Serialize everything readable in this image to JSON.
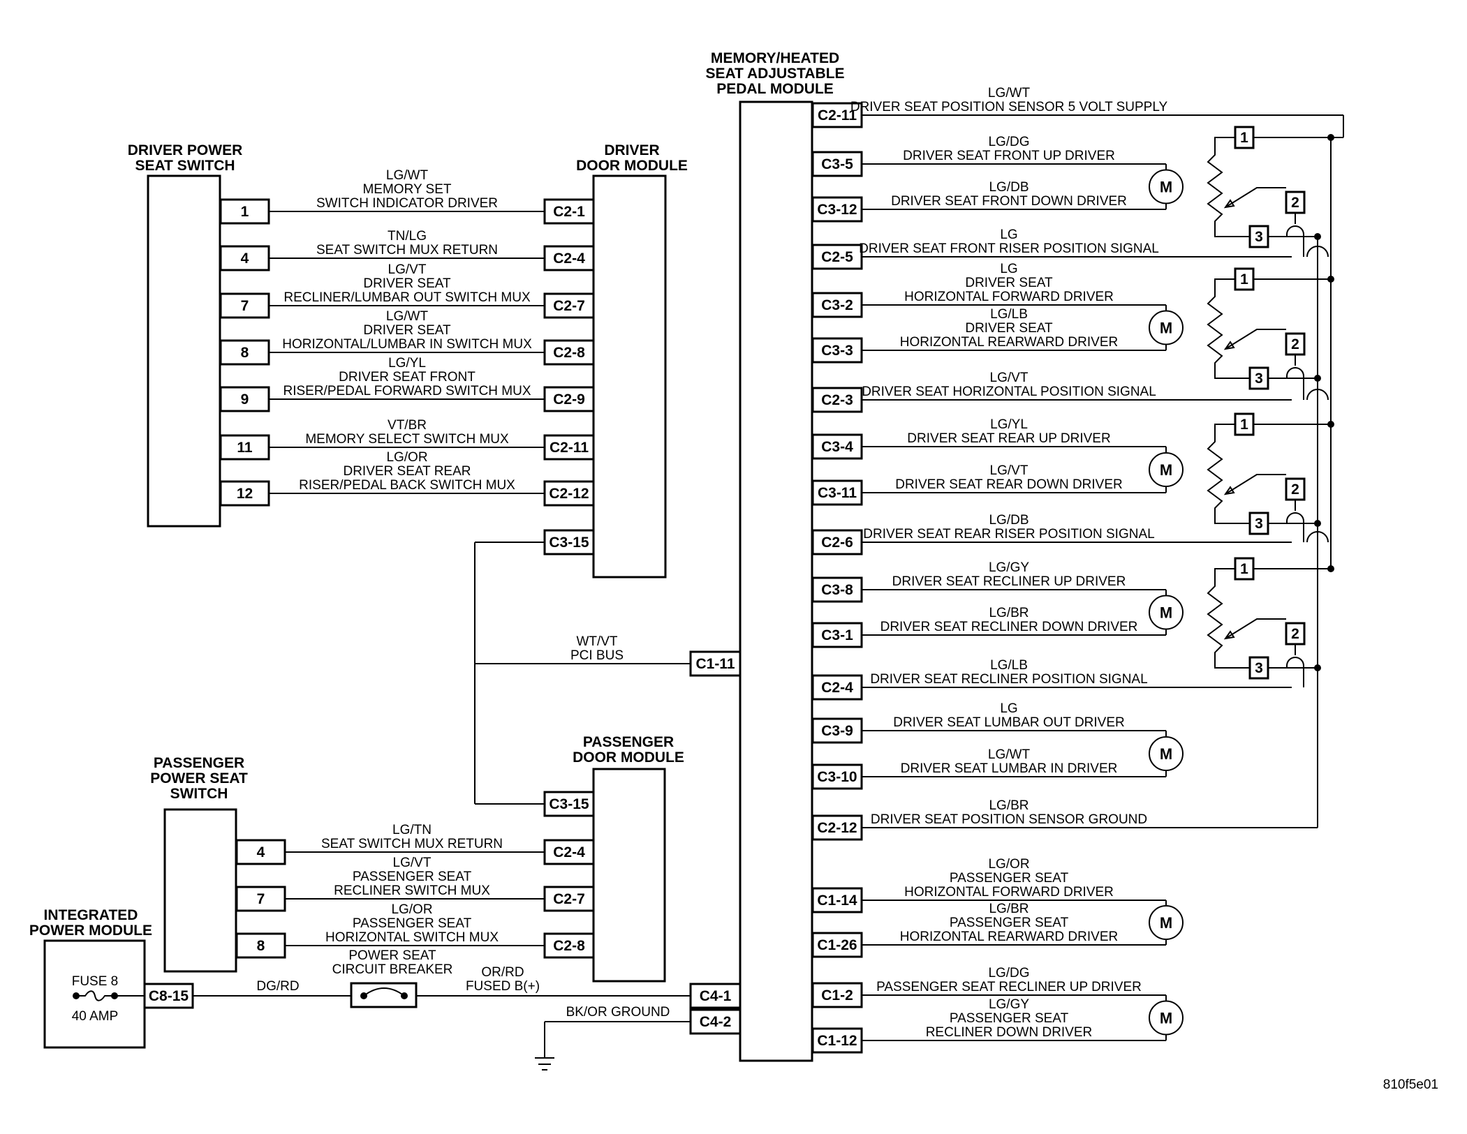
{
  "modules": {
    "driver_switch": [
      "DRIVER POWER",
      "SEAT SWITCH"
    ],
    "driver_door": [
      "DRIVER",
      "DOOR MODULE"
    ],
    "memory": [
      "MEMORY/HEATED",
      "SEAT ADJUSTABLE",
      "PEDAL MODULE"
    ],
    "passenger_switch": [
      "PASSENGER",
      "POWER SEAT",
      "SWITCH"
    ],
    "passenger_door": [
      "PASSENGER",
      "DOOR MODULE"
    ],
    "ipm": [
      "INTEGRATED",
      "POWER MODULE"
    ]
  },
  "fuse": {
    "label": "FUSE 8",
    "rating": "40 AMP"
  },
  "left_wires": [
    {
      "pin": "1",
      "conn": "C2-1",
      "text": [
        "LG/WT",
        "MEMORY SET",
        "SWITCH INDICATOR DRIVER"
      ]
    },
    {
      "pin": "4",
      "conn": "C2-4",
      "text": [
        "TN/LG",
        "SEAT SWITCH MUX RETURN"
      ]
    },
    {
      "pin": "7",
      "conn": "C2-7",
      "text": [
        "LG/VT",
        "DRIVER SEAT",
        "RECLINER/LUMBAR OUT SWITCH MUX"
      ]
    },
    {
      "pin": "8",
      "conn": "C2-8",
      "text": [
        "LG/WT",
        "DRIVER SEAT",
        "HORIZONTAL/LUMBAR IN SWITCH MUX"
      ]
    },
    {
      "pin": "9",
      "conn": "C2-9",
      "text": [
        "LG/YL",
        "DRIVER SEAT FRONT",
        "RISER/PEDAL FORWARD SWITCH MUX"
      ]
    },
    {
      "pin": "11",
      "conn": "C2-11",
      "text": [
        "VT/BR",
        "MEMORY SELECT SWITCH MUX"
      ]
    },
    {
      "pin": "12",
      "conn": "C2-12",
      "text": [
        "LG/OR",
        "DRIVER SEAT REAR",
        "RISER/PEDAL BACK SWITCH MUX"
      ]
    }
  ],
  "door_c3_15": "C3-15",
  "pci": {
    "color": "WT/VT",
    "name": "PCI BUS",
    "conn": "C1-11"
  },
  "passenger_door_c3_15": "C3-15",
  "passenger_wires": [
    {
      "pin": "4",
      "conn": "C2-4",
      "text": [
        "LG/TN",
        "SEAT SWITCH MUX RETURN"
      ]
    },
    {
      "pin": "7",
      "conn": "C2-7",
      "text": [
        "LG/VT",
        "PASSENGER SEAT",
        "RECLINER SWITCH MUX"
      ]
    },
    {
      "pin": "8",
      "conn": "C2-8",
      "text": [
        "LG/OR",
        "PASSENGER SEAT",
        "HORIZONTAL SWITCH MUX"
      ]
    }
  ],
  "power": {
    "ipm_conn": "C8-15",
    "color": "DG/RD",
    "breaker": [
      "POWER SEAT",
      "CIRCUIT BREAKER"
    ],
    "fused": [
      "OR/RD",
      "FUSED B(+)"
    ],
    "conn": "C4-1"
  },
  "ground": {
    "label": "BK/OR GROUND",
    "conn": "C4-2"
  },
  "right_wires": [
    {
      "conn": "C2-11",
      "text": [
        "LG/WT",
        "DRIVER SEAT POSITION SENSOR 5 VOLT SUPPLY"
      ]
    },
    {
      "conn": "C3-5",
      "text": [
        "LG/DG",
        "DRIVER SEAT FRONT UP DRIVER"
      ]
    },
    {
      "conn": "C3-12",
      "text": [
        "LG/DB",
        "DRIVER SEAT FRONT DOWN DRIVER"
      ]
    },
    {
      "conn": "C2-5",
      "text": [
        "LG",
        "DRIVER SEAT FRONT RISER POSITION SIGNAL"
      ]
    },
    {
      "conn": "C3-2",
      "text": [
        "LG",
        "DRIVER SEAT",
        "HORIZONTAL FORWARD DRIVER"
      ]
    },
    {
      "conn": "C3-3",
      "text": [
        "LG/LB",
        "DRIVER SEAT",
        "HORIZONTAL REARWARD DRIVER"
      ]
    },
    {
      "conn": "C2-3",
      "text": [
        "LG/VT",
        "DRIVER SEAT HORIZONTAL POSITION SIGNAL"
      ]
    },
    {
      "conn": "C3-4",
      "text": [
        "LG/YL",
        "DRIVER SEAT REAR UP DRIVER"
      ]
    },
    {
      "conn": "C3-11",
      "text": [
        "LG/VT",
        "DRIVER SEAT REAR DOWN DRIVER"
      ]
    },
    {
      "conn": "C2-6",
      "text": [
        "LG/DB",
        "DRIVER SEAT REAR RISER POSITION SIGNAL"
      ]
    },
    {
      "conn": "C3-8",
      "text": [
        "LG/GY",
        "DRIVER SEAT RECLINER UP DRIVER"
      ]
    },
    {
      "conn": "C3-1",
      "text": [
        "LG/BR",
        "DRIVER SEAT RECLINER DOWN DRIVER"
      ]
    },
    {
      "conn": "C2-4",
      "text": [
        "LG/LB",
        "DRIVER SEAT RECLINER POSITION SIGNAL"
      ]
    },
    {
      "conn": "C3-9",
      "text": [
        "LG",
        "DRIVER SEAT LUMBAR OUT DRIVER"
      ]
    },
    {
      "conn": "C3-10",
      "text": [
        "LG/WT",
        "DRIVER SEAT LUMBAR IN DRIVER"
      ]
    },
    {
      "conn": "C2-12",
      "text": [
        "LG/BR",
        "DRIVER SEAT POSITION SENSOR GROUND"
      ]
    },
    {
      "conn": "C1-14",
      "text": [
        "LG/OR",
        "PASSENGER SEAT",
        "HORIZONTAL FORWARD DRIVER"
      ]
    },
    {
      "conn": "C1-26",
      "text": [
        "LG/BR",
        "PASSENGER SEAT",
        "HORIZONTAL REARWARD DRIVER"
      ]
    },
    {
      "conn": "C1-2",
      "text": [
        "LG/DG",
        "PASSENGER SEAT RECLINER UP DRIVER"
      ]
    },
    {
      "conn": "C1-12",
      "text": [
        "LG/GY",
        "PASSENGER SEAT",
        "RECLINER DOWN DRIVER"
      ]
    }
  ],
  "motor_symbol": "M",
  "sensor_pins": [
    "1",
    "2",
    "3"
  ],
  "figure_id": "810f5e01"
}
